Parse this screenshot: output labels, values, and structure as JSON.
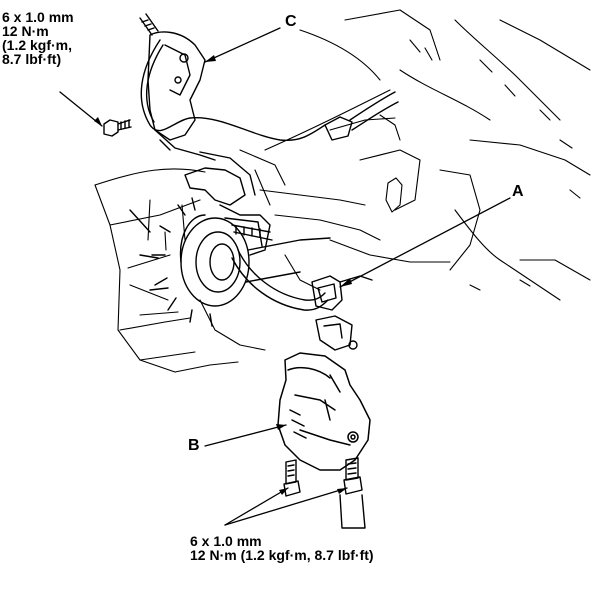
{
  "labels": {
    "a": "A",
    "b": "B",
    "c": "C"
  },
  "torque_top": {
    "line1": "6 x 1.0 mm",
    "line2": "12 N·m",
    "line3": "(1.2 kgf·m,",
    "line4": "8.7 lbf·ft)"
  },
  "torque_bottom": {
    "line1": "6 x 1.0 mm",
    "line2": "12 N·m (1.2 kgf·m, 8.7 lbf·ft)"
  },
  "colors": {
    "ink": "#000000",
    "paper": "#ffffff"
  }
}
